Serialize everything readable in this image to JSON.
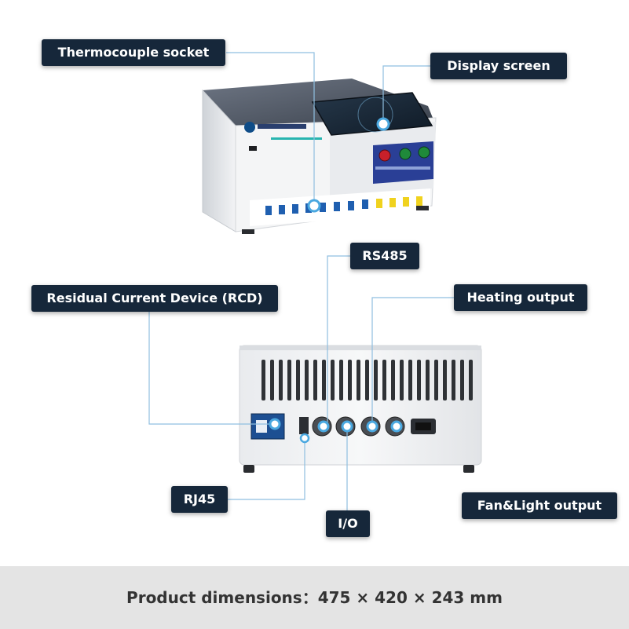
{
  "labels": {
    "thermocouple": "Thermocouple socket",
    "display": "Display screen",
    "rs485": "RS485",
    "rcd": "Residual Current Device (RCD)",
    "heating": "Heating output",
    "rj45": "RJ45",
    "io": "I/O",
    "fanlight": "Fan&Light output"
  },
  "footer": {
    "text": "Product dimensions：475 × 420 × 243 mm"
  },
  "colors": {
    "label_bg": "#16273a",
    "leader_line": "#8fbfe0",
    "marker": "#4aa8e0",
    "socket_blue": "#1f5fb0",
    "socket_yellow": "#f0d21e",
    "button_red": "#c8202a",
    "button_green": "#1f8a3a",
    "footer_bg": "#e4e4e4"
  }
}
